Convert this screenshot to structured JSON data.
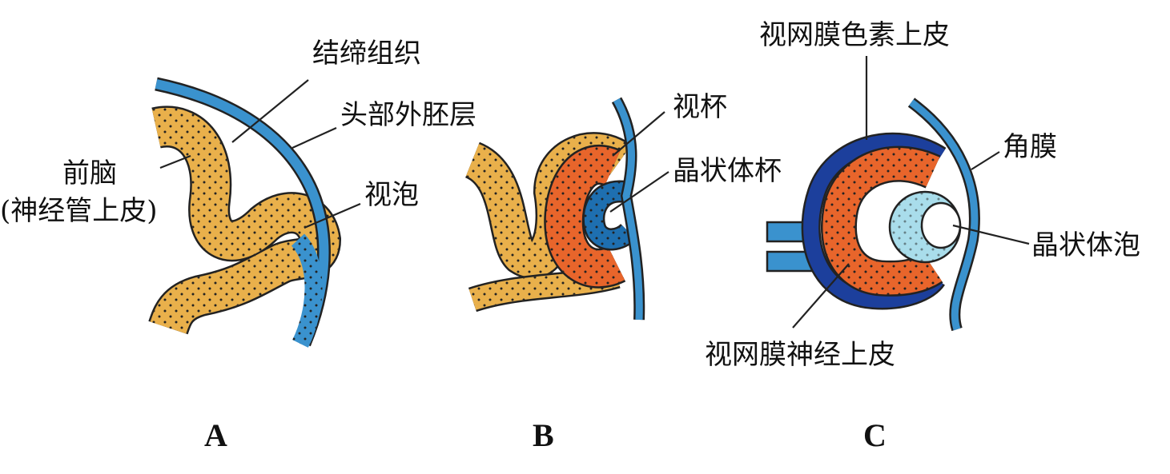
{
  "colors": {
    "neural": "#E9B04B",
    "ectoderm": "#3A92CE",
    "pigment": "#1C3F9C",
    "retina": "#E8652B",
    "lens": "#A9DDEB"
  },
  "panels": [
    {
      "letter": "A",
      "labels": [
        "结缔组织",
        "头部外胚层",
        "前脑",
        "(神经管上皮)",
        "视泡"
      ]
    },
    {
      "letter": "B",
      "labels": [
        "视杯",
        "晶状体杯"
      ]
    },
    {
      "letter": "C",
      "labels": [
        "视网膜色素上皮",
        "角膜",
        "晶状体泡",
        "视网膜神经上皮"
      ]
    }
  ]
}
